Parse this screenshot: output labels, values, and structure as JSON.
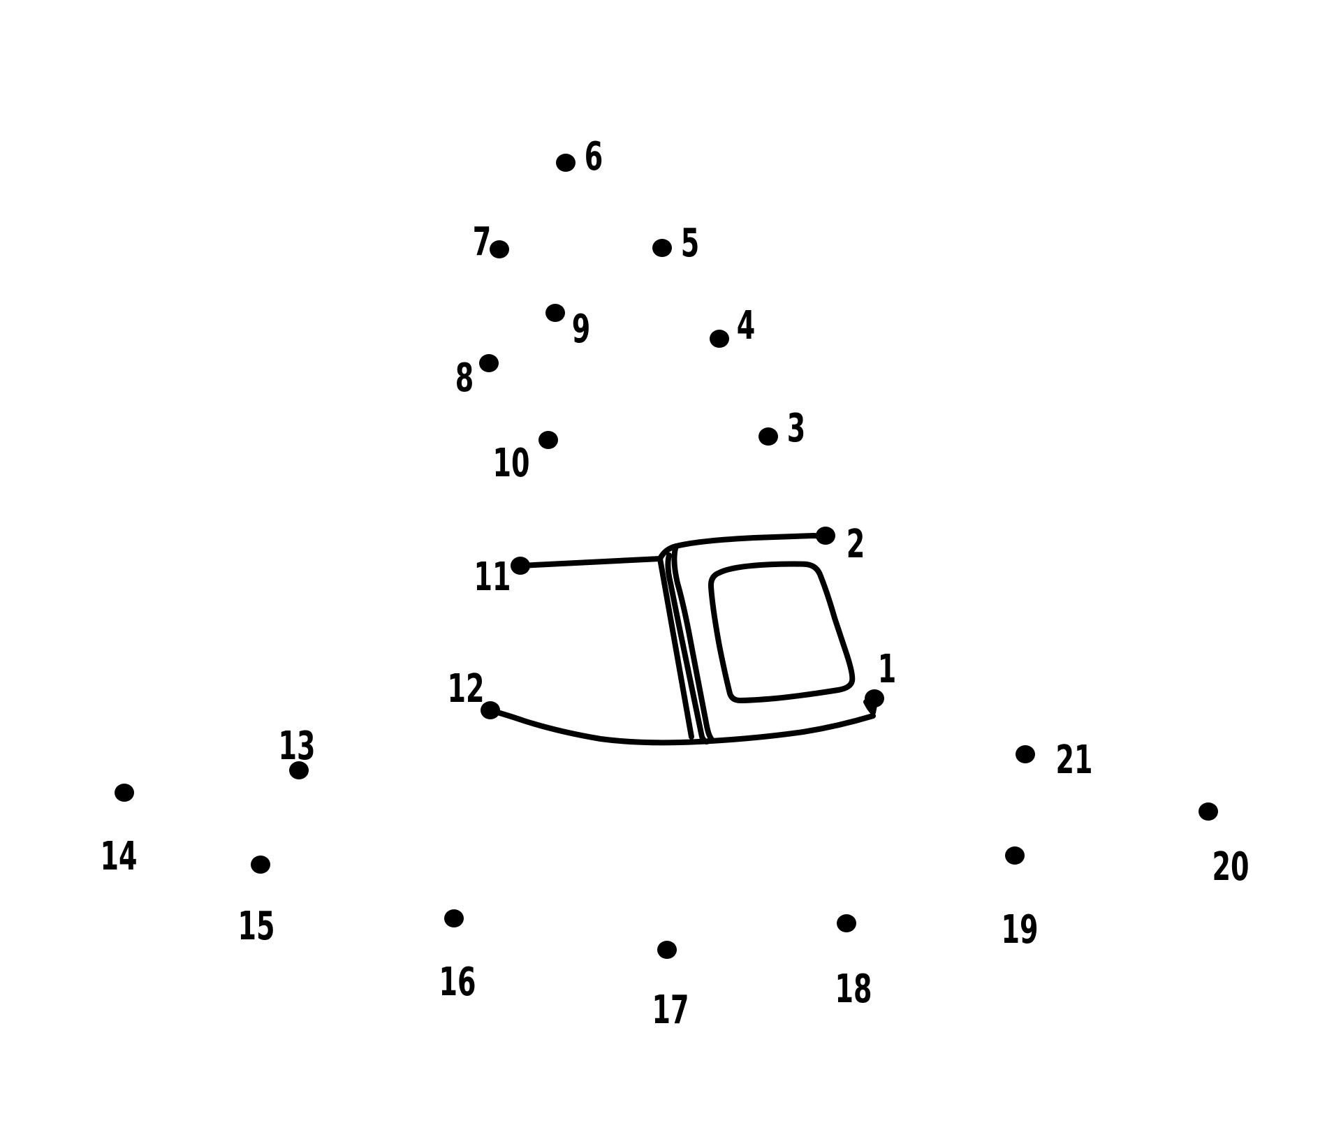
{
  "puzzle": {
    "ink_color": "#000000",
    "background_color": "#ffffff",
    "dots": [
      {
        "label": "1"
      },
      {
        "label": "2"
      },
      {
        "label": "3"
      },
      {
        "label": "4"
      },
      {
        "label": "5"
      },
      {
        "label": "6"
      },
      {
        "label": "7"
      },
      {
        "label": "8"
      },
      {
        "label": "9"
      },
      {
        "label": "10"
      },
      {
        "label": "11"
      },
      {
        "label": "12"
      },
      {
        "label": "13"
      },
      {
        "label": "14"
      },
      {
        "label": "15"
      },
      {
        "label": "16"
      },
      {
        "label": "17"
      },
      {
        "label": "18"
      },
      {
        "label": "19"
      },
      {
        "label": "20"
      },
      {
        "label": "21"
      }
    ]
  }
}
